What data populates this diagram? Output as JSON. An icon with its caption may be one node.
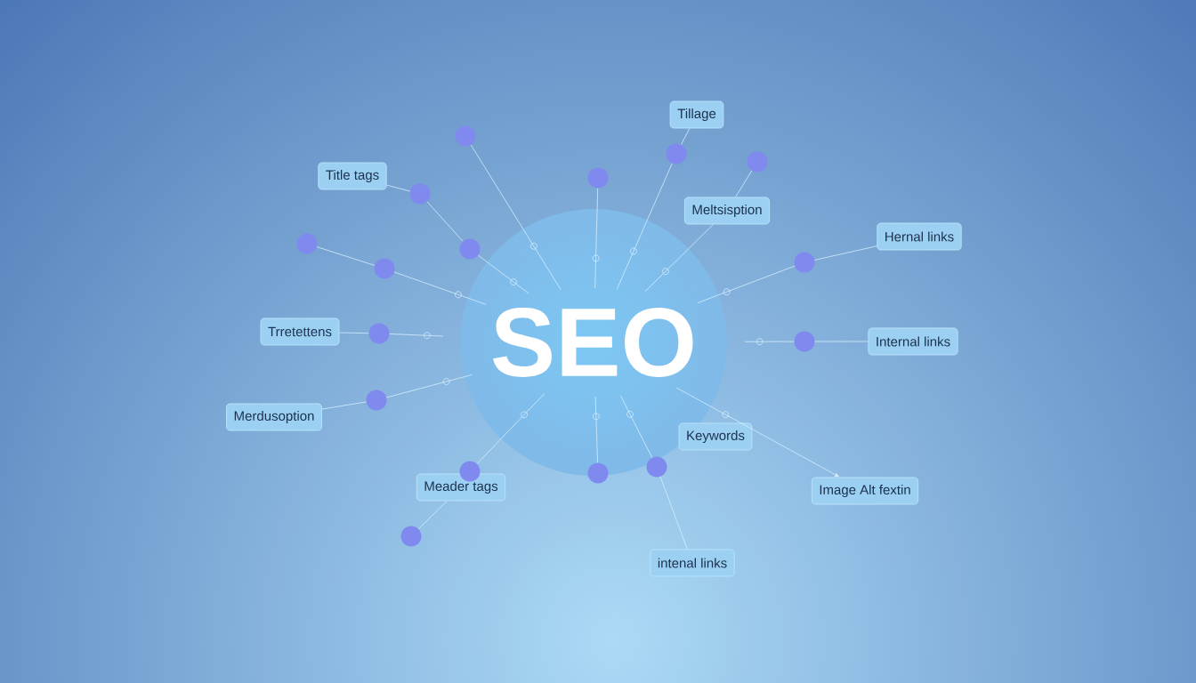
{
  "diagram": {
    "nodes": [
      {
        "text": [
          "SEO"
        ]
      },
      {
        "text": [
          "Tillage"
        ]
      },
      {
        "text": [
          "Title tags"
        ]
      },
      {
        "text": [
          "Meltsisption"
        ]
      },
      {
        "text": [
          "Hernal links"
        ]
      },
      {
        "text": [
          "Trretettens"
        ]
      },
      {
        "text": [
          "Internal links"
        ]
      },
      {
        "text": [
          "Merdusoption"
        ]
      },
      {
        "text": [
          "Keywords"
        ]
      },
      {
        "text": [
          "Meader tags"
        ]
      },
      {
        "text": [
          "Image Alt fextin"
        ]
      },
      {
        "text": [
          "intenal links"
        ]
      },
      {
        "text": [],
        "shape": "circle"
      },
      {
        "text": [],
        "shape": "circle"
      },
      {
        "text": [],
        "shape": "circle"
      },
      {
        "text": [],
        "shape": "circle"
      },
      {
        "text": [],
        "shape": "circle"
      },
      {
        "text": [],
        "shape": "circle"
      },
      {
        "text": [],
        "shape": "circle"
      },
      {
        "text": [],
        "shape": "circle"
      },
      {
        "text": [],
        "shape": "circle"
      },
      {
        "text": [],
        "shape": "circle"
      },
      {
        "text": [],
        "shape": "circle"
      },
      {
        "text": [],
        "shape": "circle"
      },
      {
        "text": [],
        "shape": "circle"
      },
      {
        "text": [],
        "shape": "circle"
      },
      {
        "text": [],
        "shape": "circle"
      },
      {
        "text": [],
        "shape": "circle"
      }
    ],
    "edges": [
      {
        "from": 0,
        "to": 12,
        "arrow": "none"
      },
      {
        "from": 0,
        "to": 13,
        "arrow": "none"
      },
      {
        "from": 0,
        "to": 14,
        "arrow": "none"
      },
      {
        "from": 14,
        "to": 1,
        "arrow": "none"
      },
      {
        "from": 0,
        "to": 3,
        "arrow": "none"
      },
      {
        "from": 3,
        "to": 15,
        "arrow": "none"
      },
      {
        "from": 0,
        "to": 17,
        "arrow": "none"
      },
      {
        "from": 17,
        "to": 16,
        "arrow": "none"
      },
      {
        "from": 16,
        "to": 2,
        "arrow": "none"
      },
      {
        "from": 0,
        "to": 19,
        "arrow": "none"
      },
      {
        "from": 19,
        "to": 18,
        "arrow": "none"
      },
      {
        "from": 0,
        "to": 20,
        "arrow": "none"
      },
      {
        "from": 20,
        "to": 4,
        "arrow": "none"
      },
      {
        "from": 0,
        "to": 21,
        "arrow": "none"
      },
      {
        "from": 21,
        "to": 5,
        "arrow": "none"
      },
      {
        "from": 0,
        "to": 22,
        "arrow": "none"
      },
      {
        "from": 22,
        "to": 6,
        "arrow": "none"
      },
      {
        "from": 0,
        "to": 23,
        "arrow": "none"
      },
      {
        "from": 23,
        "to": 7,
        "arrow": "none"
      },
      {
        "from": 0,
        "to": 24,
        "arrow": "none"
      },
      {
        "from": 9,
        "to": 27,
        "arrow": "none"
      },
      {
        "from": 0,
        "to": 25,
        "arrow": "none"
      },
      {
        "from": 0,
        "to": 26,
        "arrow": "none"
      },
      {
        "from": 26,
        "to": 11,
        "arrow": "none"
      },
      {
        "from": 0,
        "to": 10,
        "arrow": "to"
      }
    ]
  }
}
